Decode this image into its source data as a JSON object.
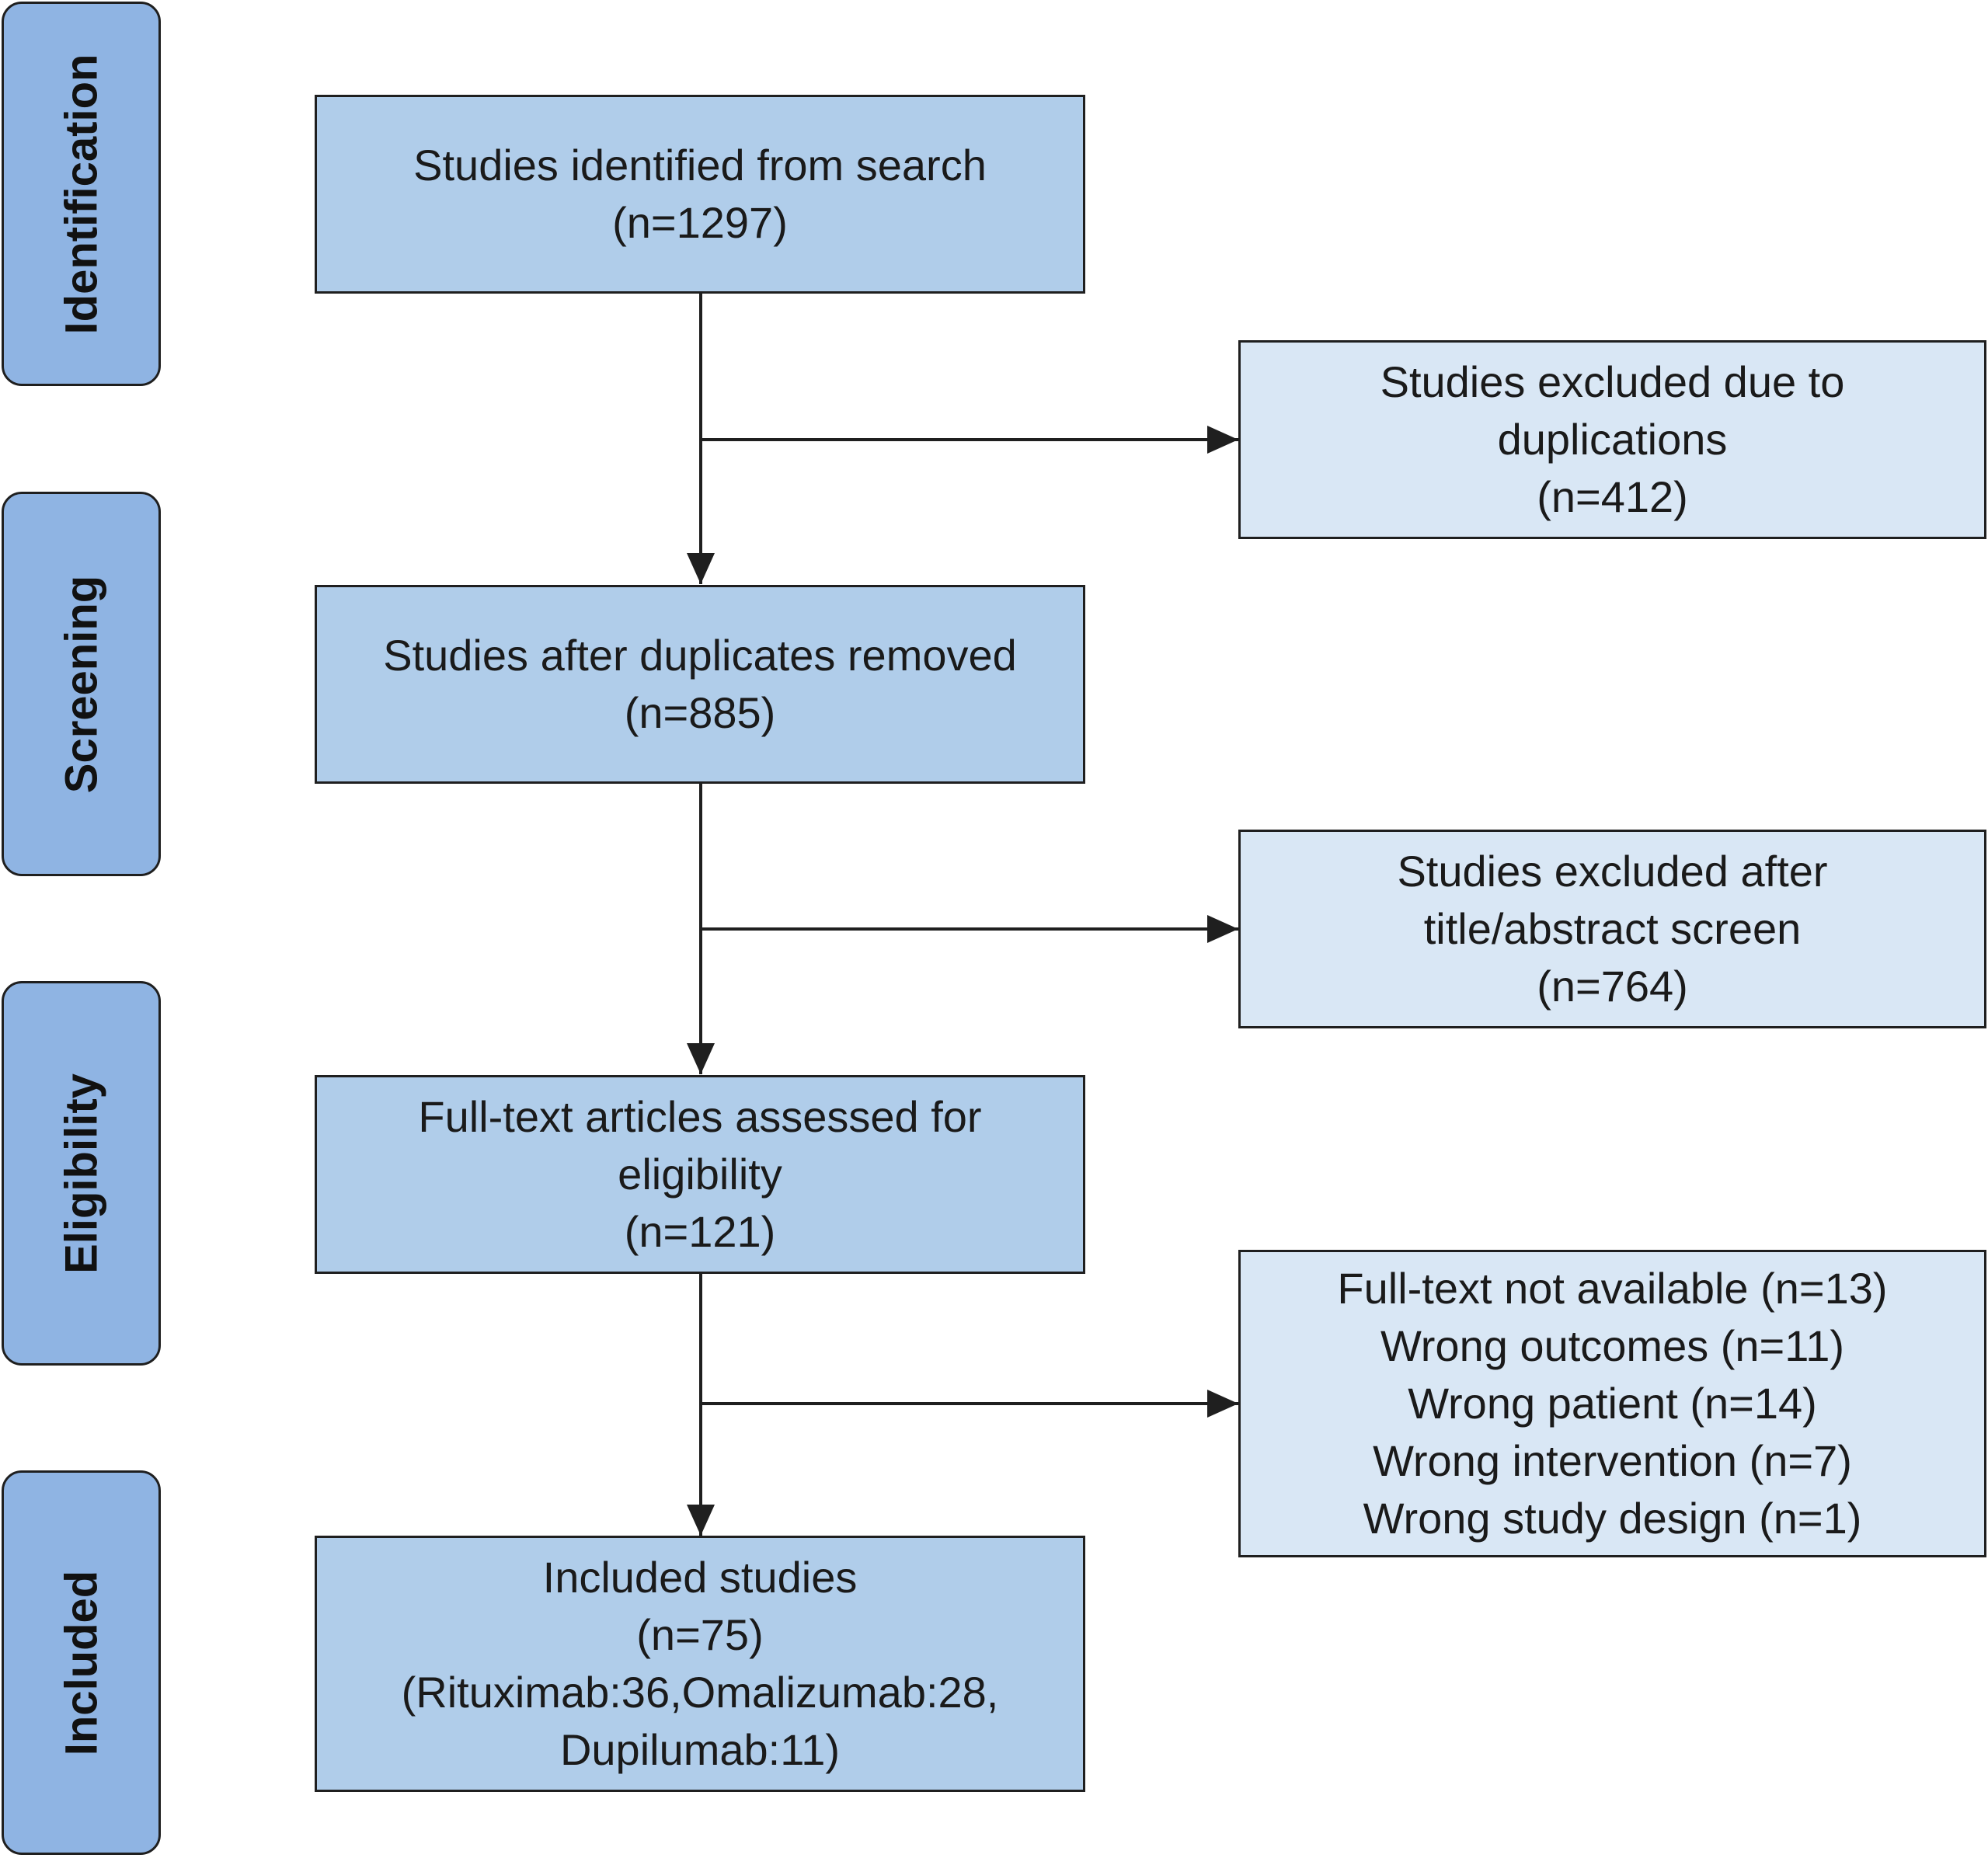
{
  "stages": [
    {
      "id": "identification",
      "label": "Identification"
    },
    {
      "id": "screening",
      "label": "Screening"
    },
    {
      "id": "eligibility",
      "label": "Eligibility"
    },
    {
      "id": "included",
      "label": "Included"
    }
  ],
  "boxes": {
    "identified": {
      "lines": [
        "Studies identified from search",
        "(n=1297)"
      ]
    },
    "duplicates_excluded": {
      "lines": [
        "Studies excluded due to",
        "duplications",
        "(n=412)"
      ]
    },
    "after_duplicates": {
      "lines": [
        "Studies after duplicates removed",
        "(n=885)"
      ]
    },
    "title_abstract_excluded": {
      "lines": [
        "Studies excluded after",
        "title/abstract screen",
        "(n=764)"
      ]
    },
    "fulltext_assessed": {
      "lines": [
        "Full-text articles assessed for",
        "eligibility",
        "(n=121)"
      ]
    },
    "fulltext_excluded": {
      "lines": [
        "Full-text not available (n=13)",
        "Wrong outcomes (n=11)",
        "Wrong patient (n=14)",
        "Wrong intervention (n=7)",
        "Wrong study design (n=1)"
      ]
    },
    "included": {
      "lines": [
        "Included studies",
        "(n=75)",
        "(Rituximab:36,Omalizumab:28,",
        "Dupilumab:11)"
      ]
    }
  },
  "colors": {
    "stage_fill": "#8fb4e3",
    "main_box_fill": "#b0cdea",
    "side_box_fill": "#d9e7f5",
    "stroke": "#1f1f1f"
  }
}
